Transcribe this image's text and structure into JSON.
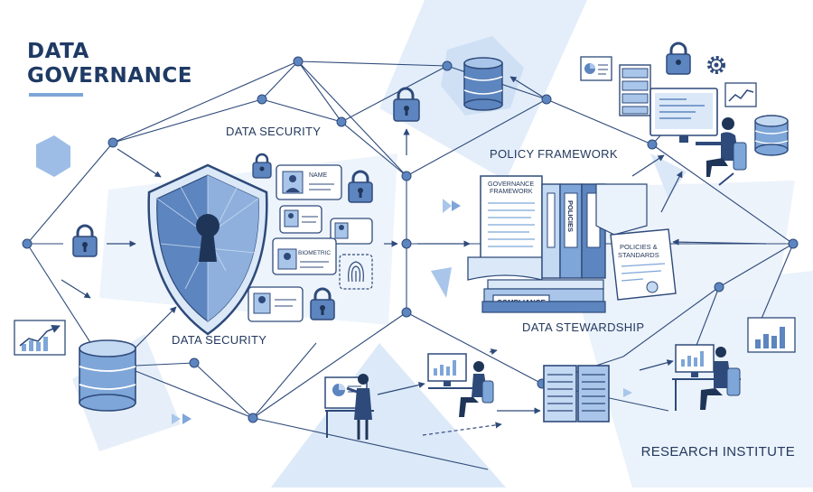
{
  "header": {
    "title_line1": "DATA",
    "title_line2": "GOVERNANCE"
  },
  "labels": {
    "data_security_top": "DATA SECURITY",
    "data_security_bottom": "DATA SECURITY",
    "policy_framework": "POLICY FRAMEWORK",
    "data_stewardship": "DATA STEWARDSHIP"
  },
  "documents": {
    "governance_framework_line1": "GOVERNANCE",
    "governance_framework_line2": "FRAMEWORK",
    "policies_binder": "POLICIES",
    "policies_standards_line1": "POLICIES &",
    "policies_standards_line2": "STANDARDS",
    "compliance": "COMPLIANCE"
  },
  "id_cards": {
    "name": "NAME",
    "biometric": "BIOMETRIC"
  },
  "footer": {
    "organization": "RESEARCH INSTITUTE"
  },
  "colors": {
    "navy": "#1f3a64",
    "accent": "#7ea6d8",
    "light_blue": "#dbe8f7",
    "mid_blue": "#a9c6ea"
  }
}
